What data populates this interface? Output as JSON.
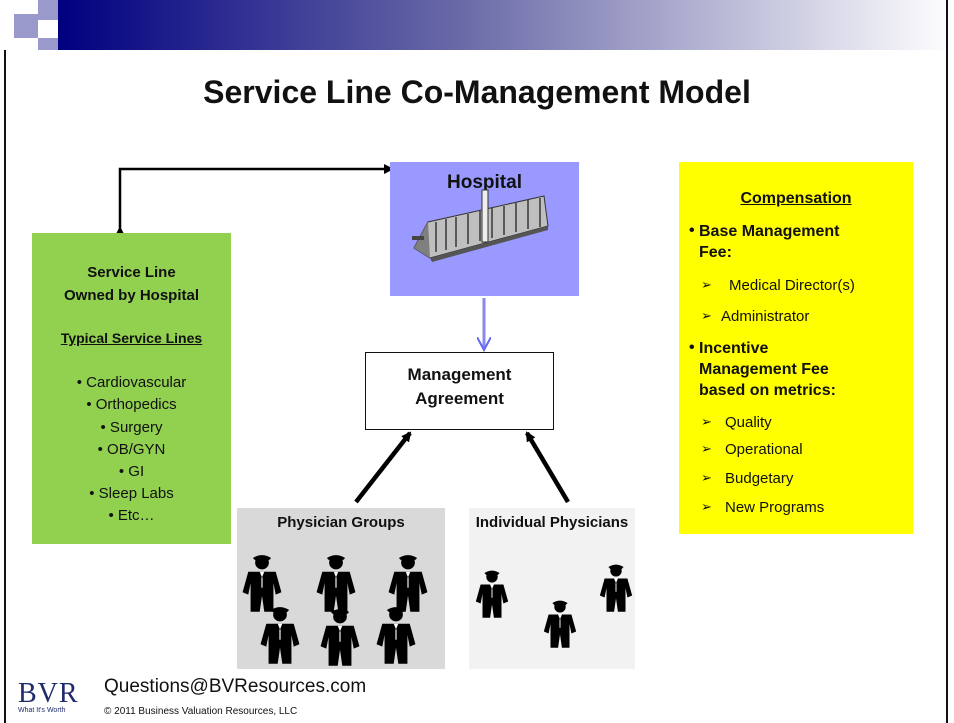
{
  "title": "Service Line Co-Management Model",
  "service_line": {
    "heading_line1": "Service Line",
    "heading_line2": "Owned by Hospital",
    "subheading": "Typical Service Lines",
    "items": [
      "• Cardiovascular",
      "• Orthopedics",
      "• Surgery",
      "• OB/GYN",
      "• GI",
      "• Sleep Labs",
      "• Etc…"
    ]
  },
  "hospital": {
    "label": "Hospital"
  },
  "management": {
    "line1": "Management",
    "line2": "Agreement"
  },
  "compensation": {
    "heading": "Compensation",
    "base_line1": "Base Management",
    "base_line2": "Fee:",
    "base_items": [
      "Medical Director(s)",
      "Administrator"
    ],
    "incentive_line1": "Incentive",
    "incentive_line2": "Management Fee",
    "incentive_line3": "based on metrics:",
    "incentive_items": [
      "Quality",
      "Operational",
      "Budgetary",
      "New Programs"
    ]
  },
  "physician_groups": {
    "label": "Physician Groups"
  },
  "individual_physicians": {
    "label": "Individual Physicians"
  },
  "footer": {
    "logo_text": "BVR",
    "logo_tagline": "What It's Worth",
    "email": "Questions@BVResources.com",
    "copyright": "© 2011 Business Valuation Resources, LLC"
  },
  "colors": {
    "service_line_box": "#92d050",
    "hospital_box": "#9999ff",
    "compensation_box": "#ffff00",
    "physician_groups_box": "#d9d9d9",
    "individual_physicians_box": "#f2f2f2",
    "banner_dark": "#000080",
    "logo_color": "#1f2a6b"
  }
}
